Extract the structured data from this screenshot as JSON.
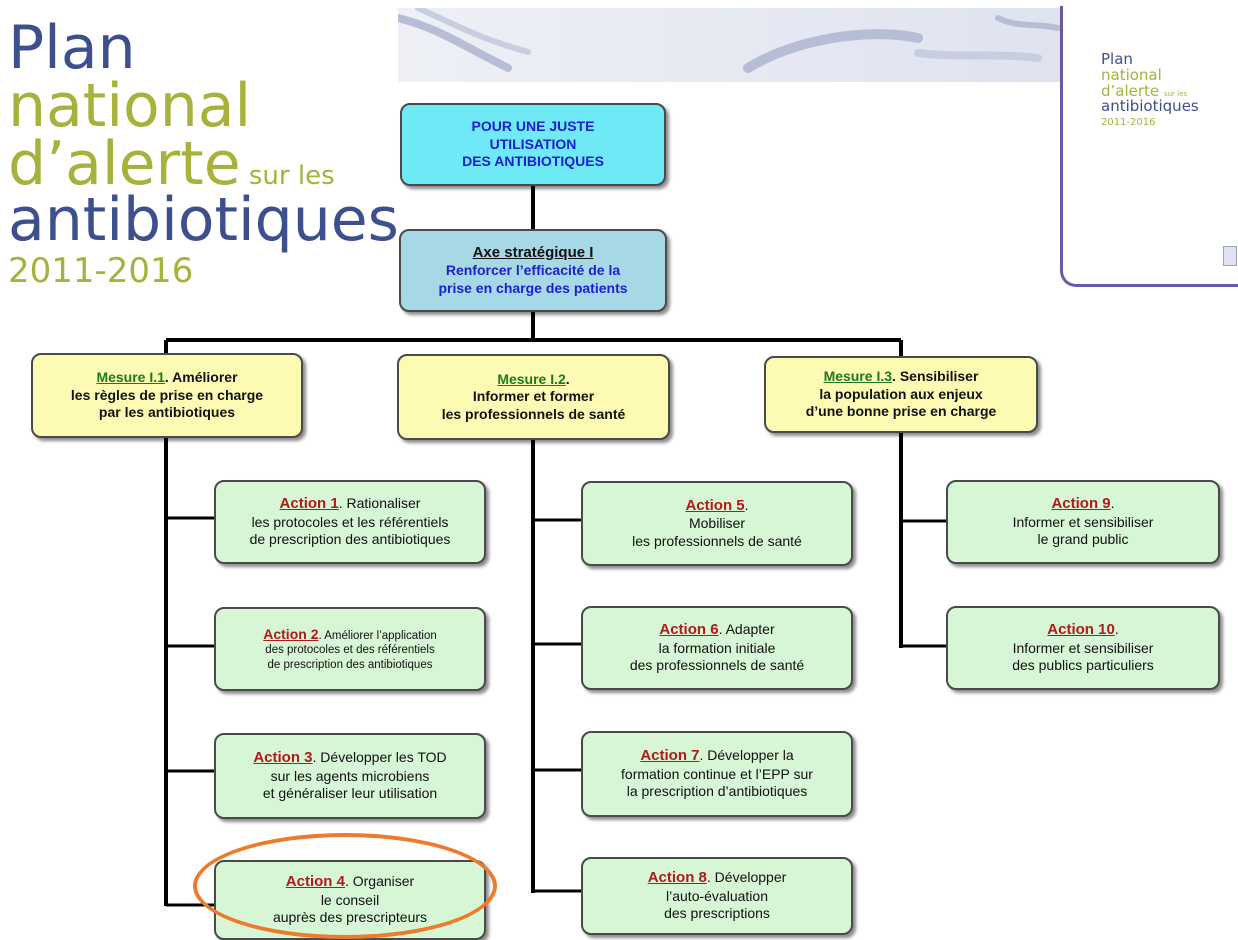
{
  "logo": {
    "line1": "Plan",
    "line2": "national",
    "line3_main": "d’alerte",
    "line3_small": "sur les",
    "line4": "antibiotiques",
    "line5": "2011-2016"
  },
  "thumbnail": {
    "line1": "Plan",
    "line2": "national",
    "line3_main": "d’alerte",
    "line3_small": "sur les",
    "line4": "antibiotiques",
    "line5": "2011-2016"
  },
  "colors": {
    "logo_blue": "#3e4f8e",
    "logo_green": "#a6b23c",
    "root_fill": "#6fe9f6",
    "axe_fill": "#a7d8e6",
    "mesure_fill": "#fdfbb3",
    "action_fill": "#d6f6d5",
    "highlight": "#ee7a2c"
  },
  "root": {
    "line1": "POUR UNE JUSTE",
    "line2": "UTILISATION",
    "line3": "DES ANTIBIOTIQUES"
  },
  "axe": {
    "head": "Axe stratégique I",
    "line1": "Renforcer l’efficacité de la",
    "line2": "prise en charge des patients"
  },
  "mesures": [
    {
      "label": "Mesure I.1",
      "rest": ". Améliorer",
      "line2": "les règles de prise en charge",
      "line3": "par les antibiotiques"
    },
    {
      "label": "Mesure I.2",
      "rest": ".",
      "line2": "Informer et former",
      "line3": "les professionnels de santé"
    },
    {
      "label": "Mesure I.3",
      "rest": ". Sensibiliser",
      "line2": "la population aux enjeux",
      "line3": "d’une bonne prise en charge"
    }
  ],
  "actions": [
    {
      "label": "Action 1",
      "rest": ". Rationaliser",
      "line2": "les protocoles et les référentiels",
      "line3": "de prescription des antibiotiques"
    },
    {
      "label": "Action 2",
      "rest": ". Améliorer l’application",
      "line2": "des protocoles et des référentiels",
      "line3": "de prescription des antibiotiques"
    },
    {
      "label": "Action 3",
      "rest": ". Développer les TOD",
      "line2": "sur les agents microbiens",
      "line3": "et généraliser leur utilisation"
    },
    {
      "label": "Action 4",
      "rest": ". Organiser",
      "line2": "le conseil",
      "line3": "auprès des prescripteurs"
    },
    {
      "label": "Action 5",
      "rest": ".",
      "line2": "Mobiliser",
      "line3": "les professionnels de santé"
    },
    {
      "label": "Action 6",
      "rest": ". Adapter",
      "line2": "la formation initiale",
      "line3": "des professionnels de santé"
    },
    {
      "label": "Action 7",
      "rest": ". Développer la",
      "line2": "formation continue et l’EPP sur",
      "line3": "la prescription d’antibiotiques"
    },
    {
      "label": "Action 8",
      "rest": ". Développer",
      "line2": "l’auto-évaluation",
      "line3": "des prescriptions"
    },
    {
      "label": "Action 9",
      "rest": ".",
      "line2": "Informer et sensibiliser",
      "line3": "le grand public"
    },
    {
      "label": "Action 10",
      "rest": ".",
      "line2": "Informer et sensibiliser",
      "line3": "des publics particuliers"
    }
  ]
}
